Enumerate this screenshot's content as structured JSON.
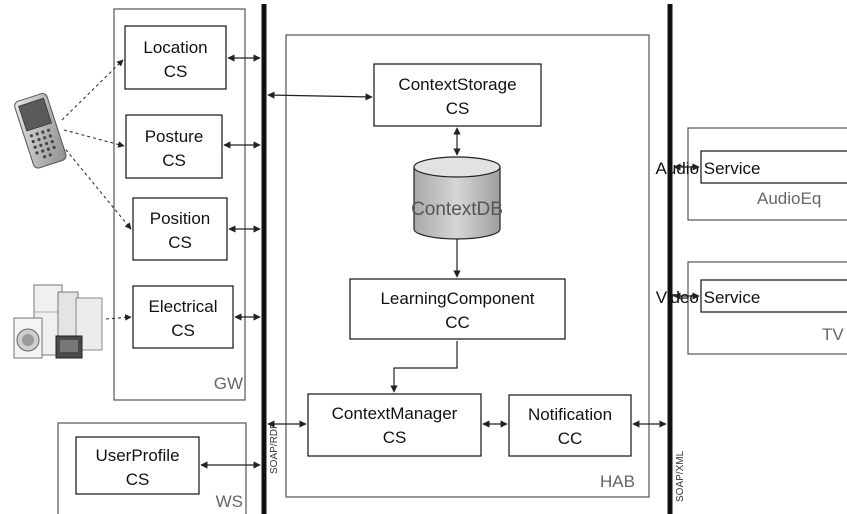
{
  "groups": {
    "gw": "GW",
    "hab": "HAB",
    "ws": "WS",
    "audio_eq": "AudioEq",
    "tv": "TV"
  },
  "bus_labels": {
    "left": "SOAP/RDF",
    "right": "SOAP/XML"
  },
  "components": {
    "location": [
      "Location",
      "CS"
    ],
    "posture": [
      "Posture",
      "CS"
    ],
    "position": [
      "Position",
      "CS"
    ],
    "electrical": [
      "Electrical",
      "CS"
    ],
    "user_profile": [
      "UserProfile",
      "CS"
    ],
    "context_storage": [
      "ContextStorage",
      "CS"
    ],
    "learning": [
      "LearningComponent",
      "CC"
    ],
    "context_manager": [
      "ContextManager",
      "CS"
    ],
    "notification": [
      "Notification",
      "CC"
    ]
  },
  "database": "ContextDB",
  "services": {
    "audio": "Audio Service",
    "video": "Video Service"
  },
  "icons": {
    "phone": "mobile-phone-icon",
    "appliances": "home-appliances-icon"
  }
}
